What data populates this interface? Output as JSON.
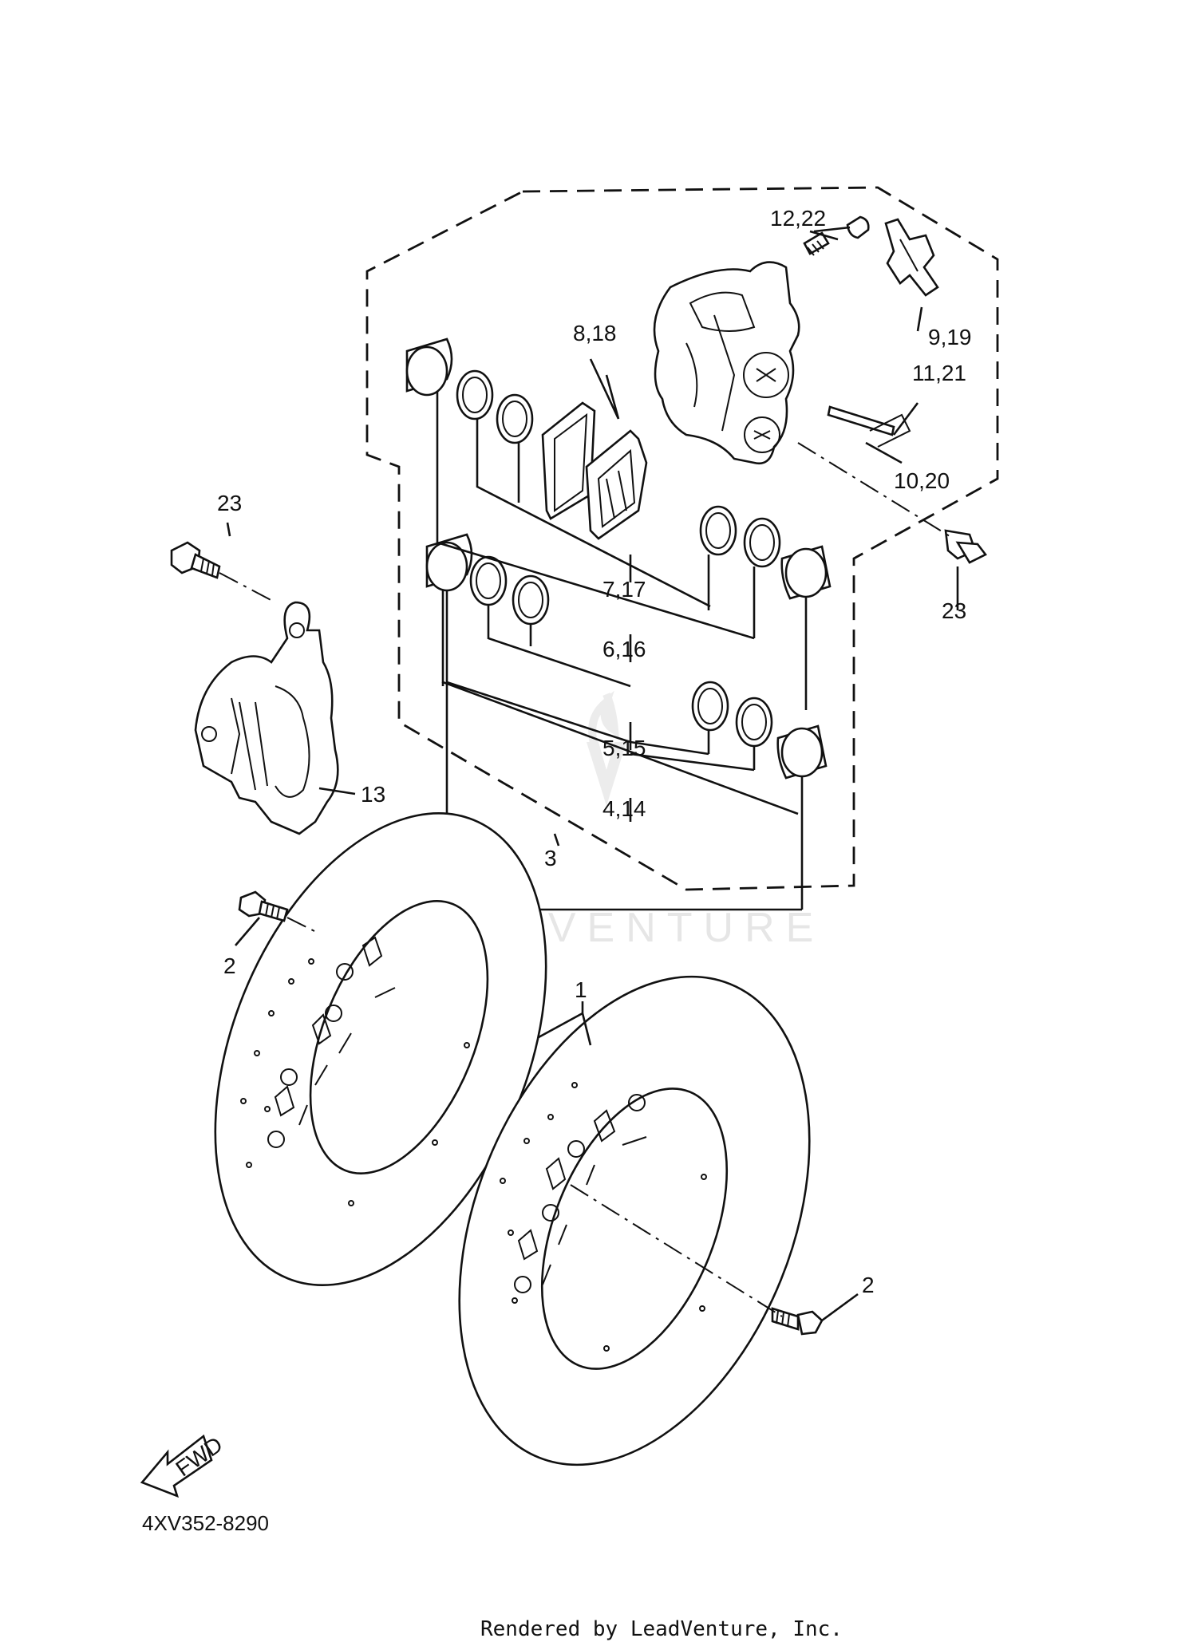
{
  "diagram": {
    "callouts": [
      {
        "id": "c-12-22",
        "text": "12,22"
      },
      {
        "id": "c-8-18",
        "text": "8,18"
      },
      {
        "id": "c-9-19",
        "text": "9,19"
      },
      {
        "id": "c-11-21",
        "text": "11,21"
      },
      {
        "id": "c-10-20",
        "text": "10,20"
      },
      {
        "id": "c-23-left",
        "text": "23"
      },
      {
        "id": "c-23-right",
        "text": "23"
      },
      {
        "id": "c-7-17",
        "text": "7,17"
      },
      {
        "id": "c-6-16",
        "text": "6,16"
      },
      {
        "id": "c-5-15",
        "text": "5,15"
      },
      {
        "id": "c-4-14",
        "text": "4,14"
      },
      {
        "id": "c-13",
        "text": "13"
      },
      {
        "id": "c-3",
        "text": "3"
      },
      {
        "id": "c-2-left",
        "text": "2"
      },
      {
        "id": "c-1",
        "text": "1"
      },
      {
        "id": "c-2-right",
        "text": "2"
      }
    ],
    "fwd_arrow_text": "FWD",
    "diagram_code": "4XV352-8290",
    "watermark": "LEADVENTURE",
    "footer": "Rendered by LeadVenture, Inc."
  }
}
